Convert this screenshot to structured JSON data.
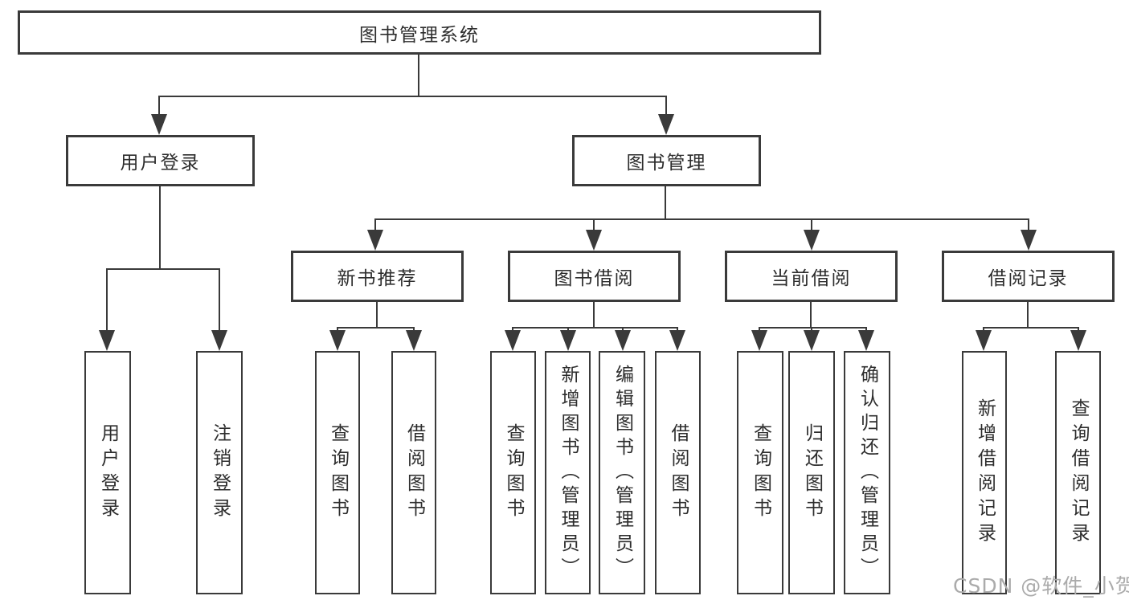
{
  "diagram": {
    "root": {
      "label": "图书管理系统"
    },
    "branches": [
      {
        "label": "用户登录",
        "children": [
          {
            "label": "用户登录"
          },
          {
            "label": "注销登录"
          }
        ]
      },
      {
        "label": "图书管理",
        "children": [
          {
            "label": "新书推荐",
            "children": [
              {
                "label": "查询图书"
              },
              {
                "label": "借阅图书"
              }
            ]
          },
          {
            "label": "图书借阅",
            "children": [
              {
                "label": "查询图书"
              },
              {
                "label": "新增图书（管理员）"
              },
              {
                "label": "编辑图书（管理员）"
              },
              {
                "label": "借阅图书"
              }
            ]
          },
          {
            "label": "当前借阅",
            "children": [
              {
                "label": "查询图书"
              },
              {
                "label": "归还图书"
              },
              {
                "label": "确认归还（管理员）"
              }
            ]
          },
          {
            "label": "借阅记录",
            "children": [
              {
                "label": "新增借阅记录"
              },
              {
                "label": "查询借阅记录"
              }
            ]
          }
        ]
      }
    ]
  },
  "watermark": {
    "text": "CSDN @软件_小贺同学"
  },
  "colors": {
    "line": "#3a3a3a",
    "text": "#2d2d2d",
    "watermark": "#ababab",
    "background": "#ffffff"
  }
}
